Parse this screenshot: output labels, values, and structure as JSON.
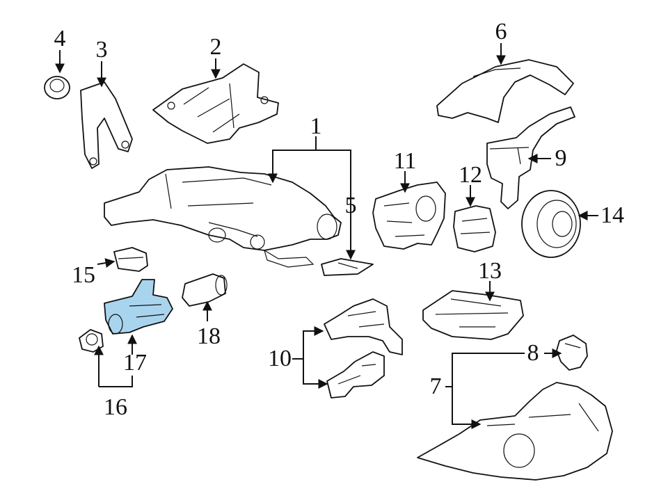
{
  "callouts": {
    "c1": "1",
    "c2": "2",
    "c3": "3",
    "c4": "4",
    "c5": "5",
    "c6": "6",
    "c7": "7",
    "c8": "8",
    "c9": "9",
    "c10": "10",
    "c11": "11",
    "c12": "12",
    "c13": "13",
    "c14": "14",
    "c15": "15",
    "c16": "16",
    "c17": "17",
    "c18": "18"
  },
  "colors": {
    "highlight_part": "#a9d4ee",
    "line": "#111111",
    "background": "#ffffff"
  }
}
